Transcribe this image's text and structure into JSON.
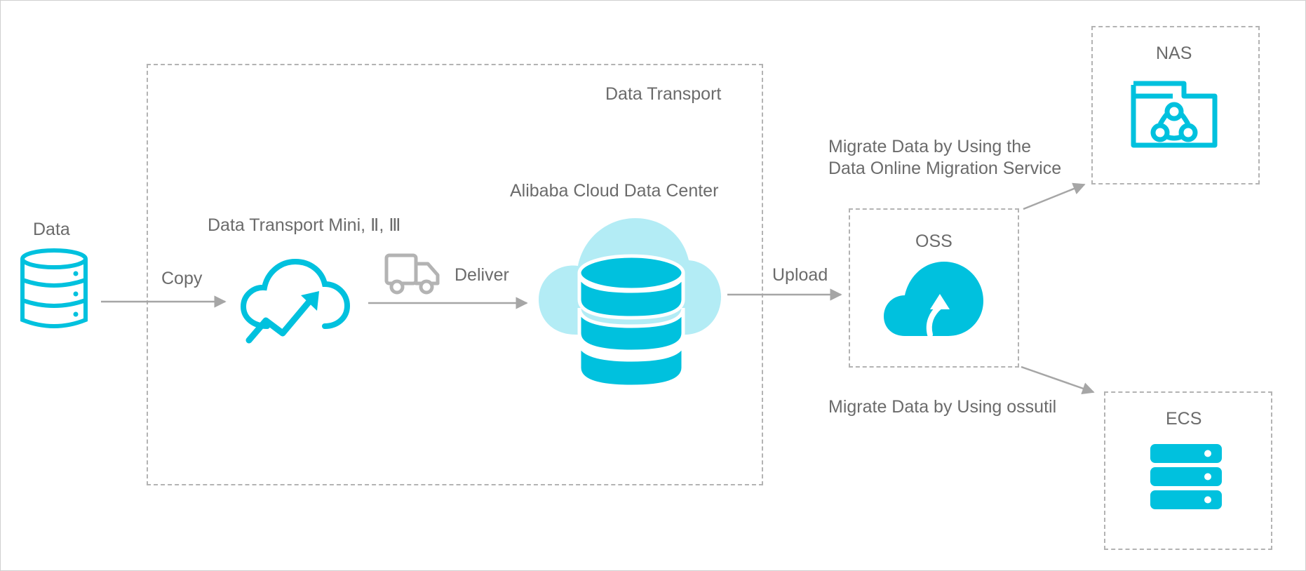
{
  "labels": {
    "data": "Data",
    "copy": "Copy",
    "data_transport": "Data Transport",
    "devices": "Data Transport Mini, Ⅱ, Ⅲ",
    "deliver": "Deliver",
    "data_center": "Alibaba Cloud Data Center",
    "upload": "Upload",
    "oss": "OSS",
    "nas": "NAS",
    "ecs": "ECS",
    "migrate_online_line1": "Migrate Data by Using the",
    "migrate_online_line2": "Data Online Migration Service",
    "migrate_ossutil": "Migrate Data by Using ossutil"
  },
  "icons": {
    "local_data": "database-icon",
    "transport_device": "cloud-upload-trend-icon",
    "truck": "truck-icon",
    "data_center": "cloud-database-icon",
    "oss": "cloud-upload-icon",
    "nas": "shared-folder-icon",
    "ecs": "server-icon"
  },
  "colors": {
    "accent": "#00c1de",
    "accent_light": "#b3ecf5",
    "line": "#a6a6a6",
    "text": "#6b6b6b",
    "truck": "#b3b3b3"
  }
}
